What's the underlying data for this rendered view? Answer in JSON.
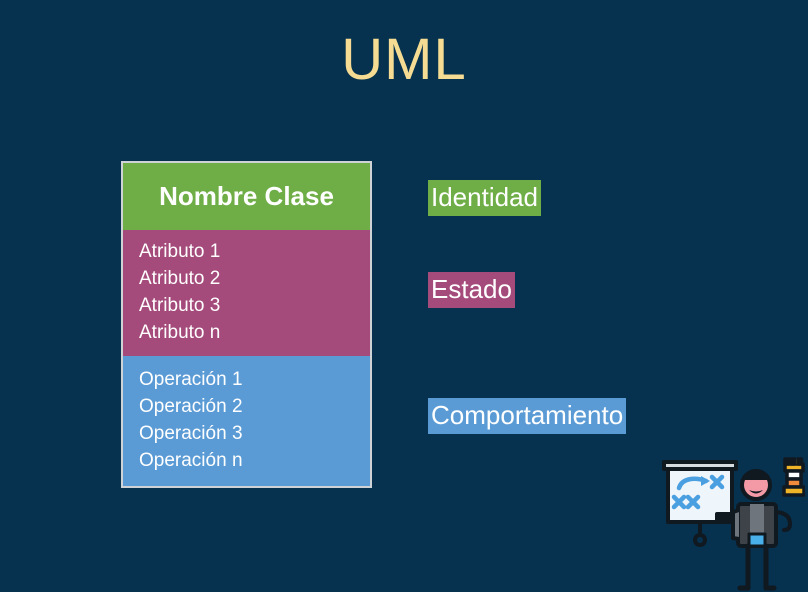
{
  "slide": {
    "background_color": "#06314f",
    "title": "UML"
  },
  "uml_class": {
    "class_name": "Nombre Clase",
    "header_color": "#6fae47",
    "attributes_color": "#a44b7b",
    "operations_color": "#5b9bd5",
    "border_color": "#cfd3d6",
    "attributes": [
      "Atributo 1",
      "Atributo 2",
      "Atributo 3",
      "Atributo n"
    ],
    "operations": [
      "Operación 1",
      "Operación 2",
      "Operación 3",
      "Operación n"
    ]
  },
  "legend": [
    {
      "label": "Identidad",
      "color": "#6fae47"
    },
    {
      "label": "Estado",
      "color": "#a44b7b"
    },
    {
      "label": "Comportamiento",
      "color": "#5b9bd5"
    }
  ],
  "illustration": {
    "name": "presenter-with-whiteboard",
    "board_strategy_marks": "X X X arrows",
    "chess_piece": "rook"
  },
  "colors": {
    "title_text": "#f5dc92",
    "body_text": "#ffffff"
  }
}
